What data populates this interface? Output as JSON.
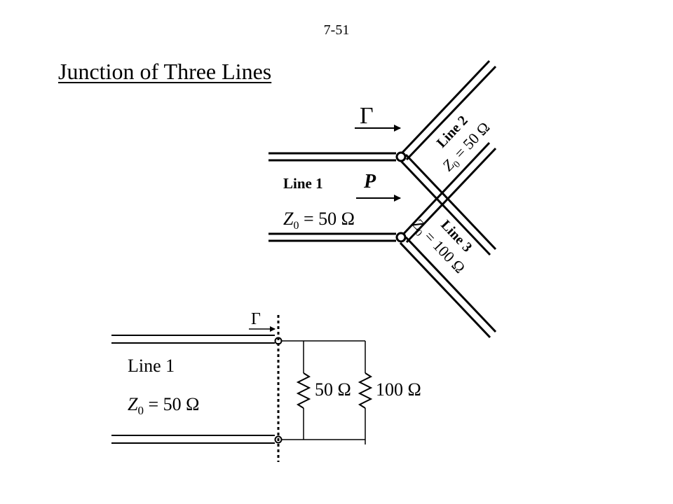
{
  "header": {
    "page_number": "7-51",
    "title": "Junction of Three Lines"
  },
  "top_diagram": {
    "gamma_label": "Γ",
    "power_label": "P",
    "line1": {
      "name": "Line 1",
      "z_symbol": "Z",
      "z_sub": "0",
      "z_value": " = 50 Ω"
    },
    "line2": {
      "name": "Line 2",
      "z_symbol": "Z",
      "z_sub": "0",
      "z_value": " = 50 Ω"
    },
    "line3": {
      "name": "Line 3",
      "z_symbol": "Z",
      "z_sub": "0",
      "z_value": " = 100 Ω"
    }
  },
  "bottom_circuit": {
    "gamma_label": "Γ",
    "line1": {
      "name": "Line 1",
      "z_symbol": "Z",
      "z_sub": "0",
      "z_value": " = 50 Ω"
    },
    "resistor1_label": "50 Ω",
    "resistor2_label": "100 Ω"
  }
}
